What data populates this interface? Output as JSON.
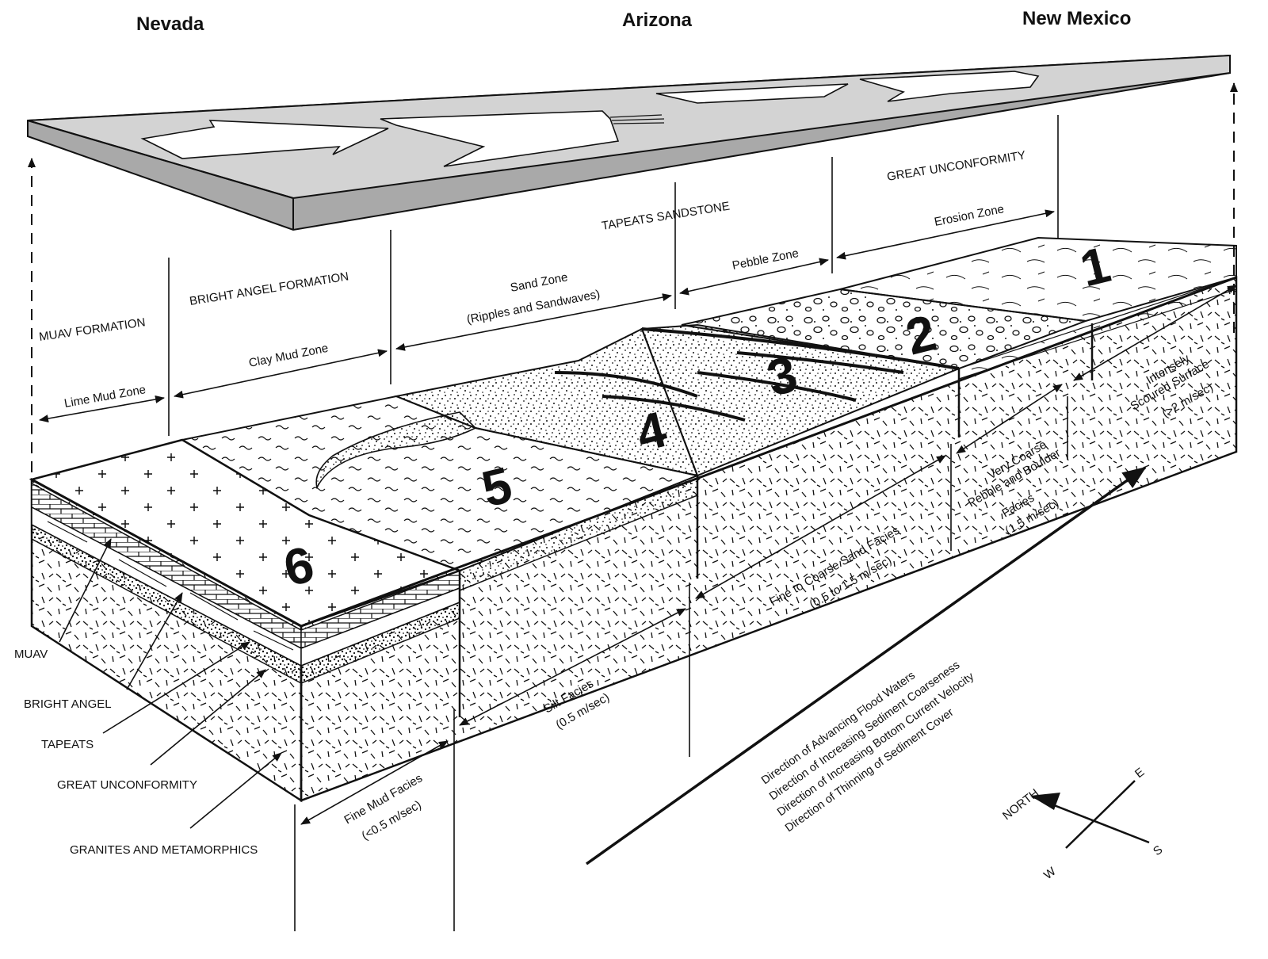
{
  "states": {
    "nevada": "Nevada",
    "arizona": "Arizona",
    "new_mexico": "New Mexico"
  },
  "formations": {
    "muav": "MUAV FORMATION",
    "bright_angel": "BRIGHT ANGEL FORMATION",
    "tapeats": "TAPEATS SANDSTONE",
    "great_unconformity": "GREAT UNCONFORMITY"
  },
  "zones": {
    "lime_mud": "Lime Mud Zone",
    "clay_mud": "Clay Mud Zone",
    "sand": [
      "Sand Zone",
      "(Ripples and Sandwaves)"
    ],
    "pebble": "Pebble Zone",
    "erosion": "Erosion Zone"
  },
  "facies": {
    "fine_mud": [
      "Fine Mud Facies",
      "(<0.5 m/sec)"
    ],
    "silt": [
      "Silt Facies",
      "(0.5 m/sec)"
    ],
    "sand": [
      "Fine to Coarse Sand Facies",
      "(0.5 to 1.5 m/sec)"
    ],
    "pebble": [
      "Very Coarse",
      "Pebble and Boulder",
      "Facies",
      "(1.5 m/sec)"
    ],
    "scoured": [
      "Intensely",
      "Scoured Surface",
      "(>2 m/sec)"
    ]
  },
  "legend": [
    "MUAV",
    "BRIGHT ANGEL",
    "TAPEATS",
    "GREAT UNCONFORMITY",
    "GRANITES AND METAMORPHICS"
  ],
  "directions": [
    "Direction of Advancing Flood Waters",
    "Direction of Increasing Sediment Coarseness",
    "Direction of Increasing Bottom Current Velocity",
    "Direction of Thinning of Sediment Cover"
  ],
  "compass": {
    "north": "NORTH",
    "east": "E",
    "south": "S",
    "west": "W"
  },
  "zone_numbers": [
    "1",
    "2",
    "3",
    "4",
    "5",
    "6"
  ],
  "colors": {
    "ink": "#111111",
    "slab_top": "#d3d3d3",
    "slab_side": "#a9a9a9",
    "paper": "#ffffff"
  }
}
